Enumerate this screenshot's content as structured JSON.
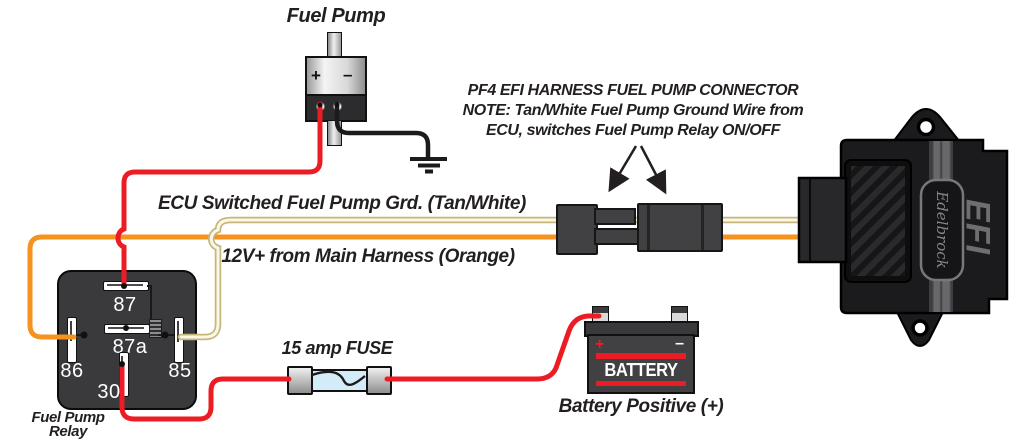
{
  "colors": {
    "red_wire": "#ec1c24",
    "orange_wire": "#f6921e",
    "tan_wire_outer": "#c5b67c",
    "tan_wire_inner": "#fbf7e6",
    "black_wire": "#1b1b1d",
    "battery_red": "#ec1c24",
    "arrow_ink": "#231f20"
  },
  "fuel_pump": {
    "label": "Fuel Pump",
    "plus": "+",
    "minus": "–"
  },
  "connector_note": {
    "line1": "PF4 EFI HARNESS FUEL PUMP CONNECTOR",
    "line2": "NOTE: Tan/White Fuel Pump Ground Wire from",
    "line3": "ECU, switches Fuel Pump Relay ON/OFF"
  },
  "wire_labels": {
    "tan": "ECU Switched Fuel Pump Grd. (Tan/White)",
    "orange": "12V+ from Main Harness (Orange)"
  },
  "relay": {
    "pin_87": "87",
    "pin_87a": "87a",
    "pin_86": "86",
    "pin_85": "85",
    "pin_30": "30",
    "label_line1": "Fuel Pump",
    "label_line2": "Relay"
  },
  "fuse": {
    "label": "15 amp FUSE"
  },
  "battery": {
    "plus": "+",
    "minus": "–",
    "name": "BATTERY",
    "caption": "Battery Positive (+)"
  },
  "ecu": {
    "brand": "Edelbrock",
    "model": "EFI"
  }
}
